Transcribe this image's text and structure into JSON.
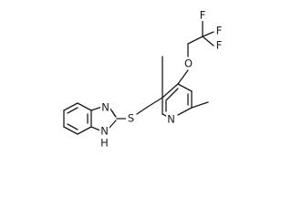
{
  "molecule": {
    "atoms": {
      "nitrogen_imidazole": "N",
      "nh_imidazole": "N",
      "nh_hydrogen": "H",
      "sulfur": "S",
      "nitrogen_pyridine": "N",
      "oxygen_ether": "O",
      "fluorine_top": "F",
      "fluorine_right": "F",
      "fluorine_mid": "F"
    }
  }
}
